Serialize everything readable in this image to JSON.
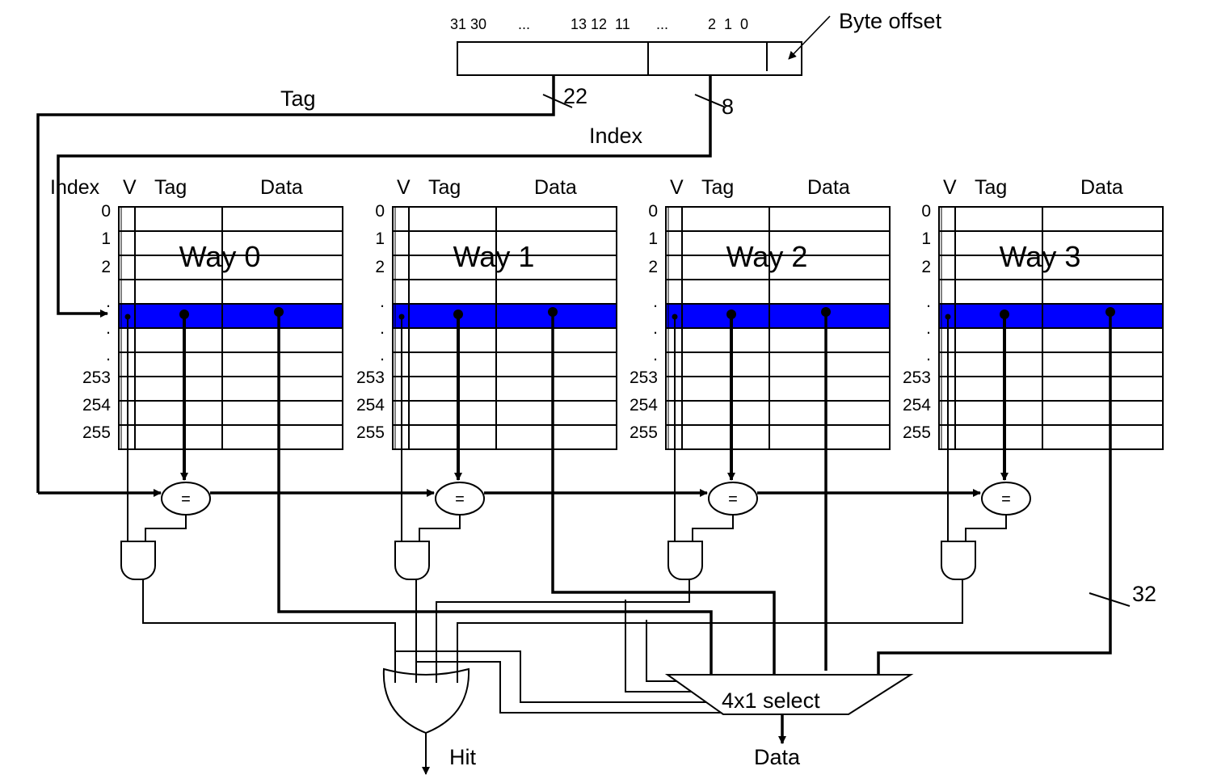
{
  "address": {
    "bit_labels": [
      "31 30",
      "...",
      "13 12  11",
      "...",
      "2  1  0"
    ],
    "byte_offset_label": "Byte offset",
    "tag_label": "Tag",
    "tag_width": "22",
    "index_label": "Index",
    "index_width": "8"
  },
  "index_column_label": "Index",
  "columns": {
    "v": "V",
    "tag": "Tag",
    "data": "Data"
  },
  "row_labels": [
    "0",
    "1",
    "2",
    ".",
    ".",
    ".",
    "253",
    "254",
    "255"
  ],
  "ways": [
    {
      "label": "Way 0"
    },
    {
      "label": "Way 1"
    },
    {
      "label": "Way 2"
    },
    {
      "label": "Way 3"
    }
  ],
  "comparator_symbol": "=",
  "data_width": "32",
  "mux_label": "4x1 select",
  "hit_label": "Hit",
  "data_out_label": "Data",
  "colors": {
    "selected_row": "#0000ff",
    "line": "#000000"
  }
}
